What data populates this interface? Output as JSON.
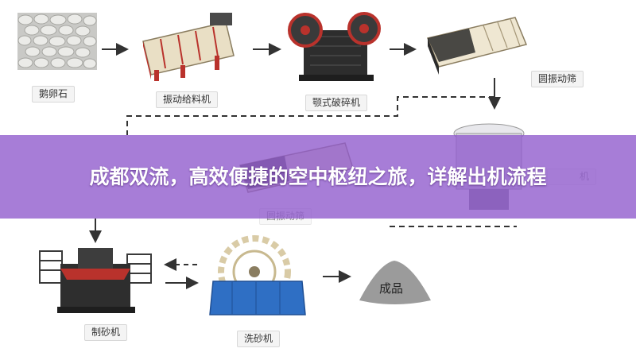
{
  "title": "成都双流，高效便捷的空中枢纽之旅，详解出机流程",
  "steps": {
    "pebbles": "鹅卵石",
    "vibrating_feeder": "振动给料机",
    "jaw_crusher": "颚式破碎机",
    "screen_top": "圆振动筛",
    "cone_crusher_partial": "机",
    "screen_middle": "圆振动筛",
    "sand_maker": "制砂机",
    "sand_washer": "洗砂机",
    "product": "成品"
  },
  "colors": {
    "banner": "#915ccd",
    "arrow": "#333333",
    "feeder_red": "#b9322c",
    "washer_blue": "#2f6fc4"
  }
}
